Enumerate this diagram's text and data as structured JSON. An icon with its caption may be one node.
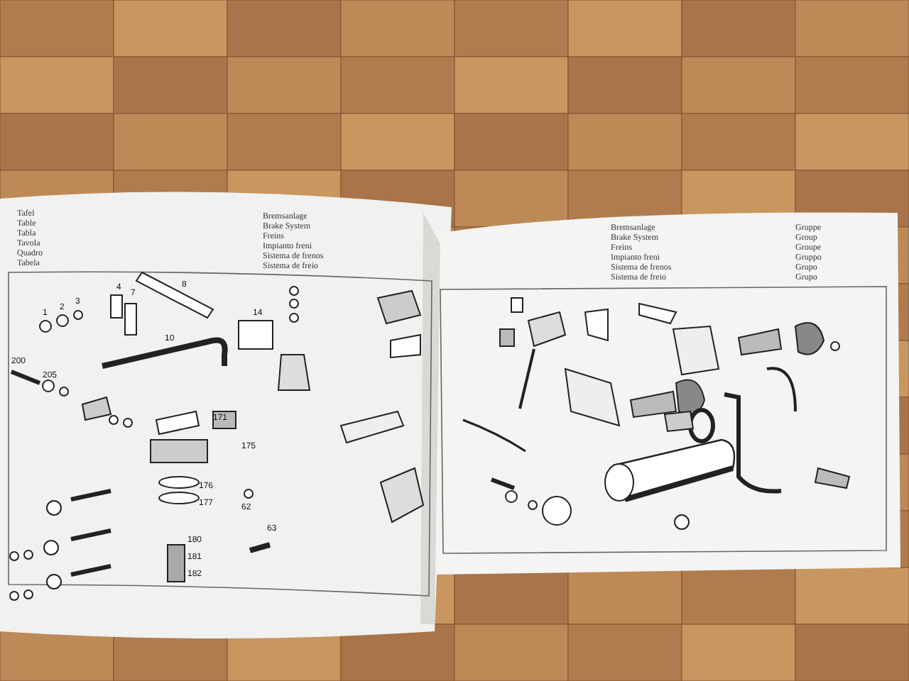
{
  "diagram": {
    "labels": [
      "Tafel",
      "Table",
      "Tabla",
      "Tavola",
      "Quadro",
      "Tabela",
      "Bremsanlage",
      "Brake System",
      "Freins",
      "Impianto freni",
      "Sistema de frenos",
      "Sistema de freio",
      "1",
      "2",
      "3",
      "4",
      "7",
      "8",
      "10",
      "14",
      "200",
      "205",
      "171",
      "175",
      "176",
      "177",
      "62",
      "63",
      "180",
      "181",
      "182",
      "Bremsanlage",
      "Brake System",
      "Freins",
      "Impianto freni",
      "Sistema de frenos",
      "Sistema de freio",
      "Gruppe",
      "Group",
      "Groupe",
      "Gruppo",
      "Grupo",
      "Grupo"
    ]
  }
}
